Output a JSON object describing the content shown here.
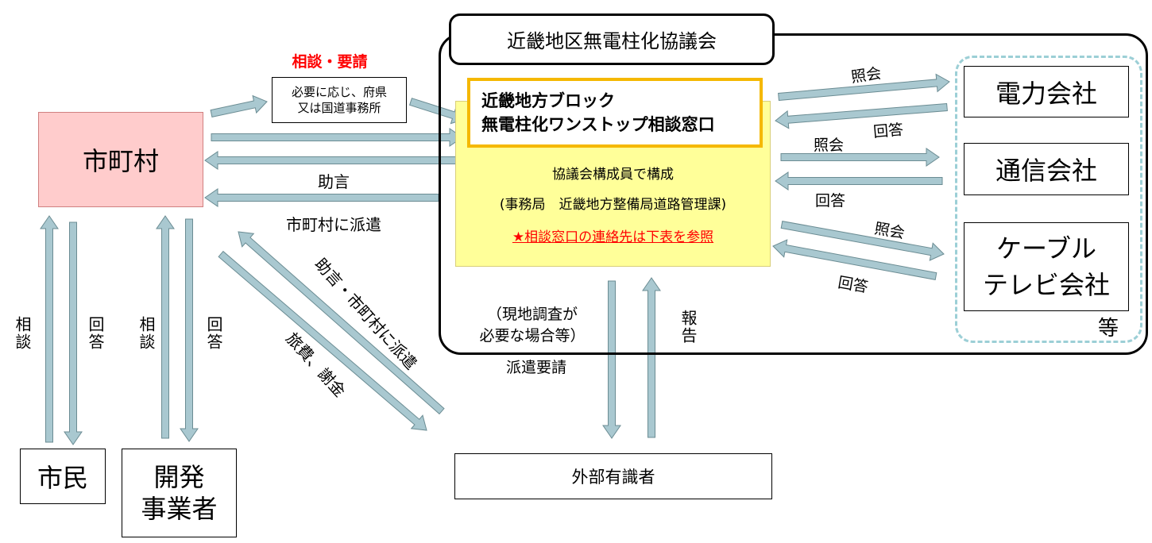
{
  "council": {
    "title": "近畿地区無電柱化協議会",
    "etc_label": "等"
  },
  "one_stop_window": {
    "title_line1": "近畿地方ブロック",
    "title_line2": "無電柱化ワンストップ相談窓口",
    "composition": "協議会構成員で構成",
    "secretariat": "(事務局　近畿地方整備局道路管理課)",
    "contact_note": "★相談窓口の連絡先は下表を参照"
  },
  "municipality": {
    "label": "市町村"
  },
  "citizens": {
    "label": "市民"
  },
  "developers": {
    "label": "開発\n事業者"
  },
  "experts": {
    "label": "外部有識者"
  },
  "companies": [
    {
      "label": "電力会社"
    },
    {
      "label": "通信会社"
    },
    {
      "label": "ケーブル\nテレビ会社"
    }
  ],
  "consult_request": {
    "label": "相談・要請",
    "note": "必要に応じ、府県\n又は国道事務所",
    "color": "#ff0000"
  },
  "labels": {
    "advice": "助言",
    "dispatch_to_municipality": "市町村に派遣",
    "inquiry": "照会",
    "answer": "回答",
    "consult_vertical": "相談",
    "answer_vertical": "回答",
    "advice_dispatch_diag": "助言・市町村に派遣",
    "travel_fees_diag": "旅費、謝金",
    "field_survey": "（現地調査が\n必要な場合等）",
    "dispatch_request": "派遣要請",
    "report_vertical": "報告"
  },
  "colors": {
    "arrow_fill": "#a9c8d0",
    "arrow_stroke": "#6b8c93",
    "municipality_fill": "#ffcccc",
    "window_fill": "#ffff99",
    "window_border": "#f5b800",
    "etc_border": "#9ccfd6"
  }
}
